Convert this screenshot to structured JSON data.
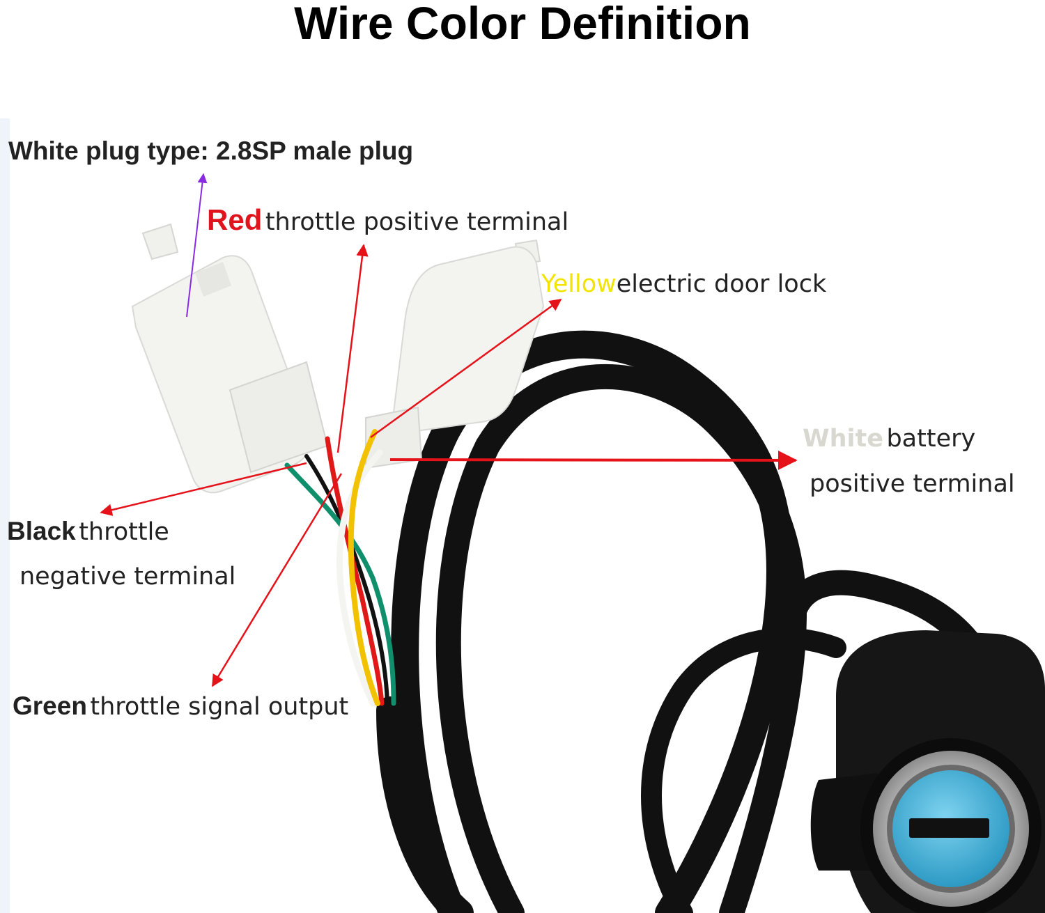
{
  "title": "Wire Color Definition",
  "plug_type": "White plug type: 2.8SP male plug",
  "labels": {
    "red": {
      "color_word": "Red",
      "desc": "throttle positive terminal",
      "color": "#e0141c"
    },
    "yellow": {
      "color_word": "Yellow",
      "desc": "electric door lock",
      "color": "#f2e400"
    },
    "white": {
      "color_word": "White",
      "desc_line1": "battery",
      "desc_line2": "positive terminal",
      "color": "#d8d8d0"
    },
    "black": {
      "color_word": "Black",
      "desc_line1": "throttle",
      "desc_line2": "negative terminal",
      "color": "#111111"
    },
    "green": {
      "color_word": "Green",
      "desc": "throttle signal output",
      "color": "#111111"
    }
  },
  "colors": {
    "arrow": "#e5121a",
    "plug_arrow": "#8a2be2",
    "cable": "#111111",
    "connector": "#f2f2ef",
    "key_blue": "#3aaed6"
  },
  "icons": [
    "white-plug-connector",
    "door-lock-connector",
    "key-switch"
  ]
}
